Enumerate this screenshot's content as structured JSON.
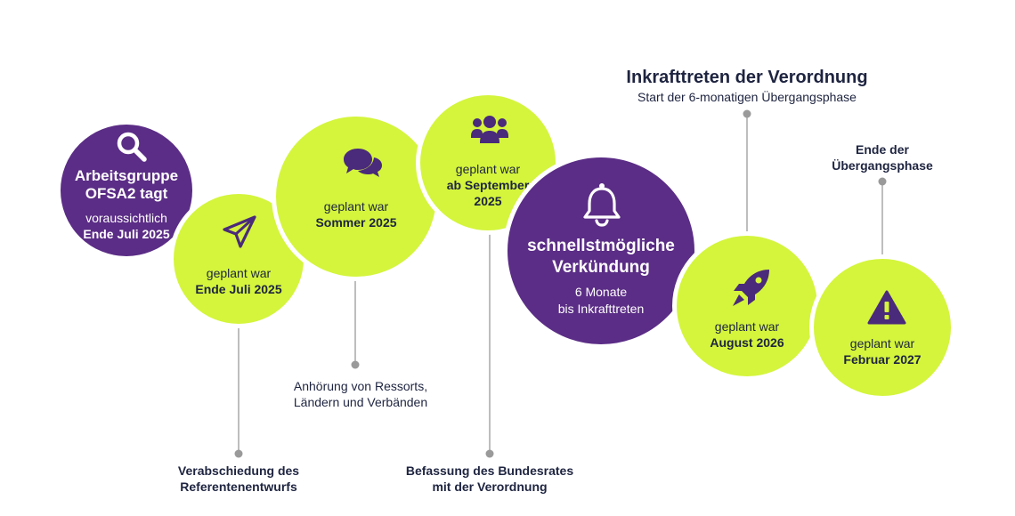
{
  "steps": {
    "arbeitsgruppe": {
      "title_line1": "Arbeitsgruppe",
      "title_line2": "OFSA2 tagt",
      "pre": "voraussichtlich",
      "date": "Ende Juli 2025",
      "icon": "search-icon"
    },
    "referentenentwurf": {
      "pre": "geplant war",
      "date": "Ende Juli 2025",
      "label_line1": "Verabschiedung des",
      "label_line2": "Referentenentwurfs",
      "icon": "paper-plane-icon"
    },
    "anhoerung": {
      "pre": "geplant war",
      "date": "Sommer 2025",
      "label_line1": "Anhörung von Ressorts,",
      "label_line2": "Ländern und Verbänden",
      "icon": "chat-bubbles-icon"
    },
    "bundesrat": {
      "pre": "geplant war",
      "date_line1": "ab September",
      "date_line2": "2025",
      "label_line1": "Befassung des Bundesrates",
      "label_line2": "mit der Verordnung",
      "icon": "people-group-icon"
    },
    "verkuendung": {
      "title_line1": "schnellstmögliche",
      "title_line2": "Verkündung",
      "sub_line1": "6 Monate",
      "sub_line2": "bis Inkrafttreten",
      "icon": "bell-icon"
    },
    "inkrafttreten": {
      "pre": "geplant war",
      "date": "August 2026",
      "heading": "Inkrafttreten der Verordnung",
      "subheading": "Start der 6-monatigen Übergangsphase",
      "icon": "rocket-icon"
    },
    "uebergangsende": {
      "pre": "geplant war",
      "date": "Februar 2027",
      "label_line1": "Ende der",
      "label_line2": "Übergangsphase",
      "icon": "warning-icon"
    }
  },
  "colors": {
    "lime": "#d4f53c",
    "purple": "#5b2d86",
    "text": "#1e2440",
    "connector": "#999999"
  }
}
